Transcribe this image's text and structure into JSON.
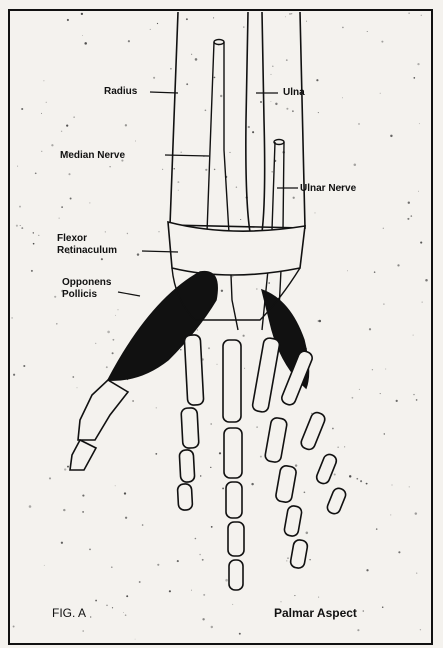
{
  "labels": {
    "radius": "Radius",
    "ulna": "Ulna",
    "median_nerve": "Median Nerve",
    "ulnar_nerve": "Ulnar Nerve",
    "flexor_line1": "Flexor",
    "flexor_line2": "Retinaculum",
    "opponens_line1": "Opponens",
    "opponens_line2": "Pollicis"
  },
  "caption": {
    "figure": "FIG. A",
    "view": "Palmar Aspect"
  },
  "colors": {
    "ink": "#111111",
    "paper": "#f4f2ee"
  }
}
